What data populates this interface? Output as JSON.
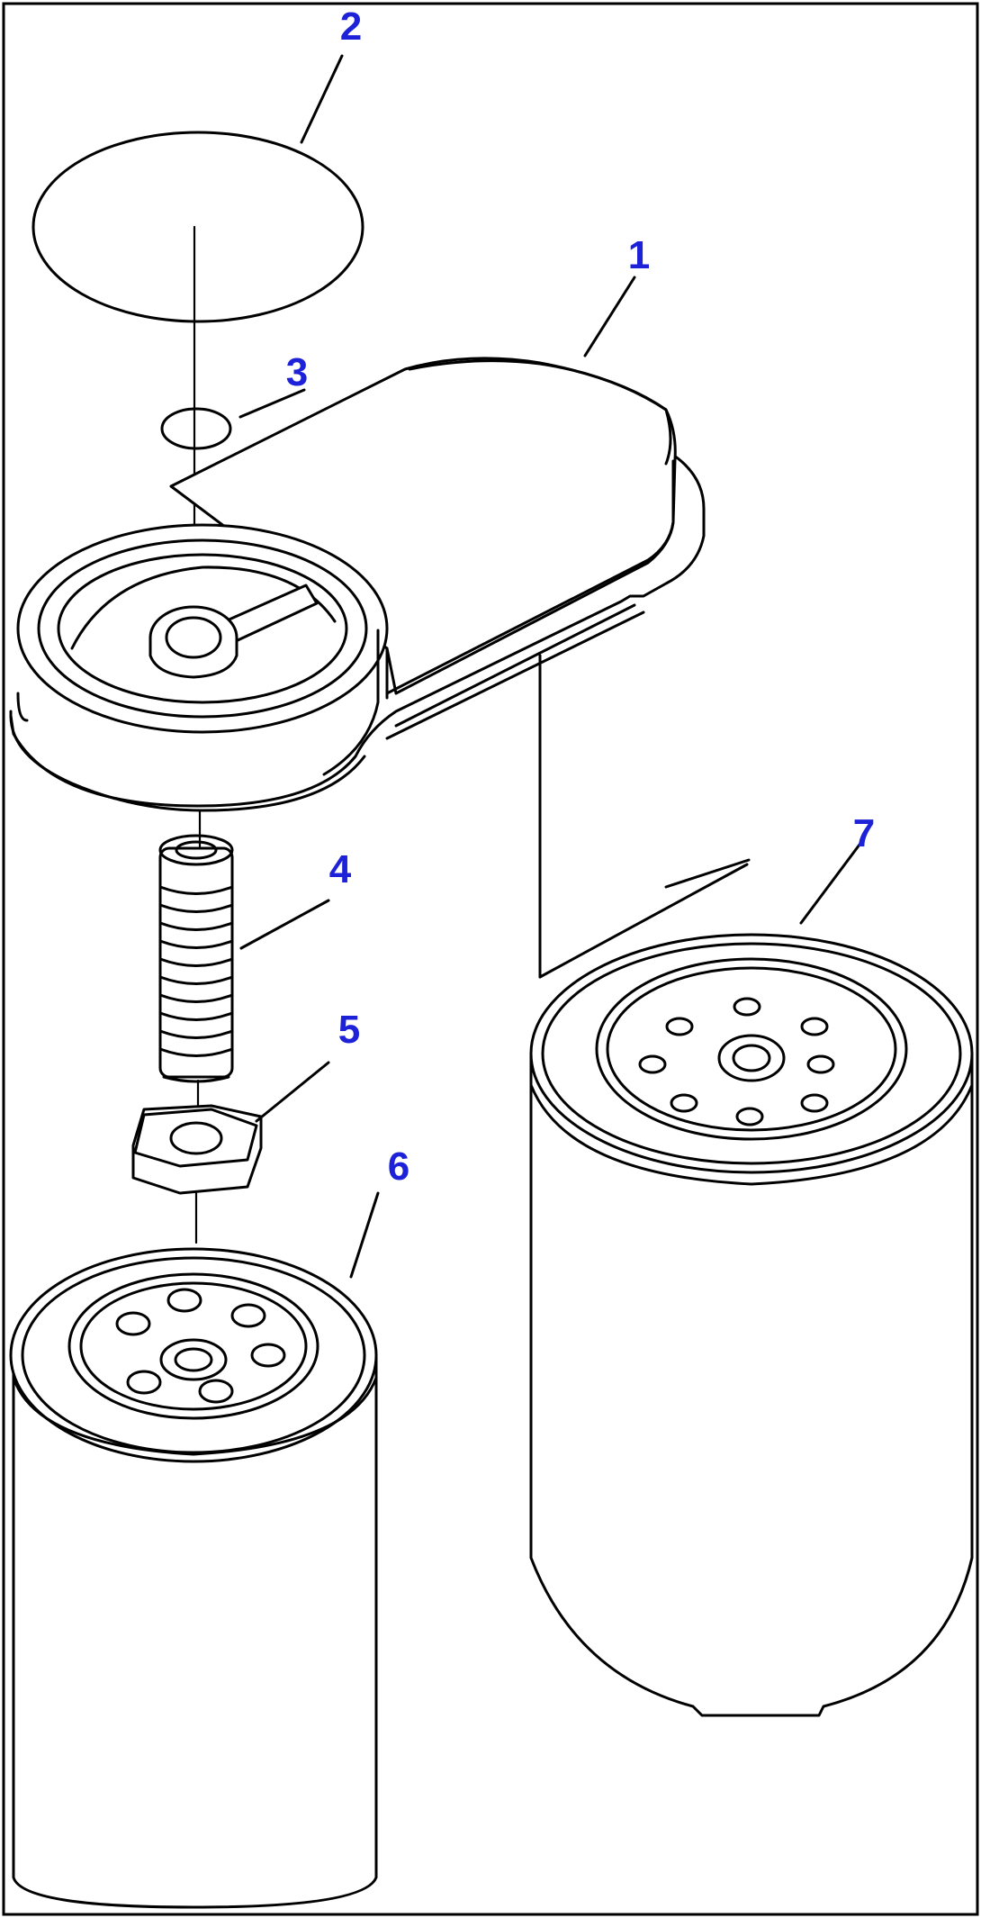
{
  "colors": {
    "callout": "#1d22d8",
    "line": "#000000",
    "background": "#ffffff"
  },
  "callouts": [
    {
      "part": "1",
      "label": "1"
    },
    {
      "part": "2",
      "label": "2"
    },
    {
      "part": "3",
      "label": "3"
    },
    {
      "part": "4",
      "label": "4"
    },
    {
      "part": "5",
      "label": "5"
    },
    {
      "part": "6",
      "label": "6"
    },
    {
      "part": "7",
      "label": "7"
    }
  ]
}
